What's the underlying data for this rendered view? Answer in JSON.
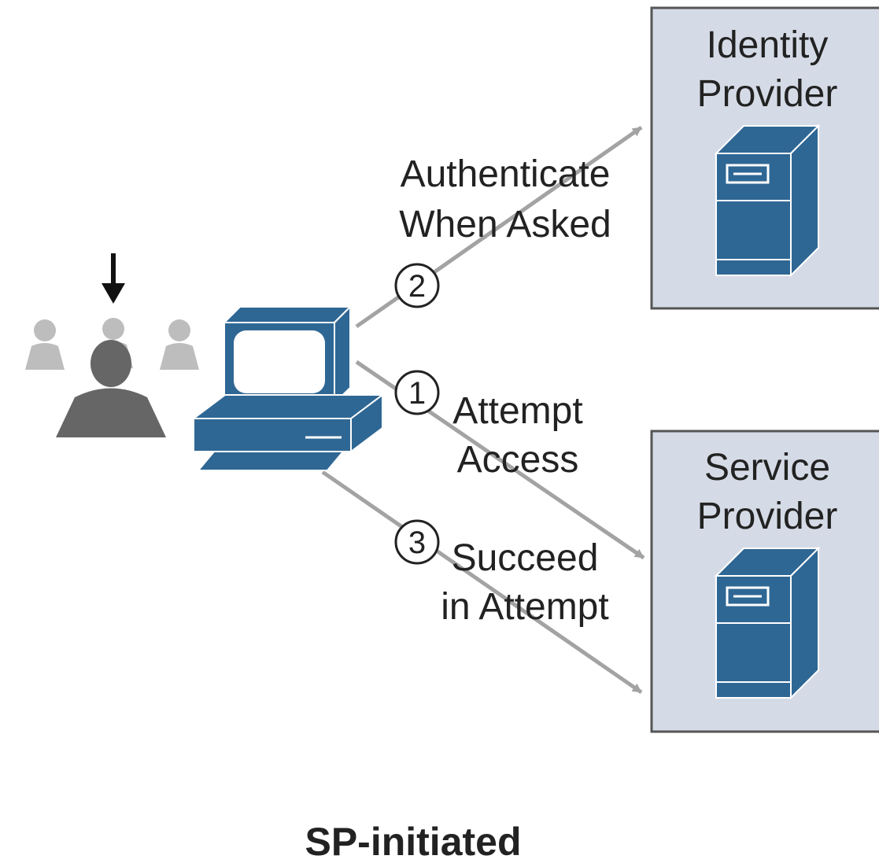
{
  "identity_provider": {
    "line1": "Identity",
    "line2": "Provider"
  },
  "service_provider": {
    "line1": "Service",
    "line2": "Provider"
  },
  "steps": [
    {
      "number": "1",
      "line1": "Attempt",
      "line2": "Access"
    },
    {
      "number": "2",
      "line1": "Authenticate",
      "line2": "When Asked"
    },
    {
      "number": "3",
      "line1": "Succeed",
      "line2": "in Attempt"
    }
  ],
  "caption": "SP-initiated",
  "colors": {
    "device_blue": "#2f6794",
    "device_outline": "#ffffff",
    "box_fill": "#d5dbe6",
    "box_stroke": "#555555",
    "arrow_gray": "#a3a3a3",
    "user_dark": "#666666",
    "user_light": "#bdbdbd"
  },
  "icons": {
    "user": "user-icon",
    "computer": "computer-icon",
    "server": "server-icon",
    "pointer": "down-arrow-icon"
  }
}
